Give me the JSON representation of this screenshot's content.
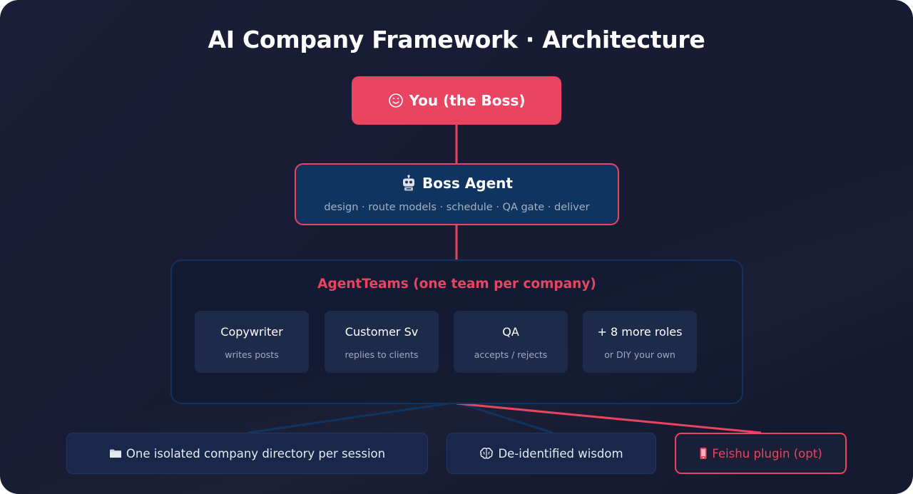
{
  "title": "AI Company Framework · Architecture",
  "boss": {
    "label": "You (the Boss)",
    "icon": "smiley-face-icon"
  },
  "boss_agent": {
    "title": "Boss Agent",
    "icon": "robot-icon",
    "subtitle": "design · route models · schedule · QA gate · deliver"
  },
  "agent_teams": {
    "title": "AgentTeams (one team per company)",
    "roles": [
      {
        "name": "Copywriter",
        "desc": "writes posts"
      },
      {
        "name": "Customer Sv",
        "desc": "replies to clients"
      },
      {
        "name": "QA",
        "desc": "accepts / rejects"
      },
      {
        "name": "+ 8 more roles",
        "desc": "or DIY your own"
      }
    ]
  },
  "bottom": {
    "directory": {
      "label": "One isolated company directory per session",
      "icon": "folder-icon"
    },
    "wisdom": {
      "label": "De-identified wisdom",
      "icon": "brain-icon"
    },
    "feishu": {
      "label": "Feishu plugin (opt)",
      "icon": "mobile-phone-icon"
    }
  },
  "colors": {
    "background": "#1a1d35",
    "accent": "#e94560",
    "panel_blue": "#0f3460",
    "card": "#1e2a4a",
    "muted_text": "#a5afc2"
  }
}
